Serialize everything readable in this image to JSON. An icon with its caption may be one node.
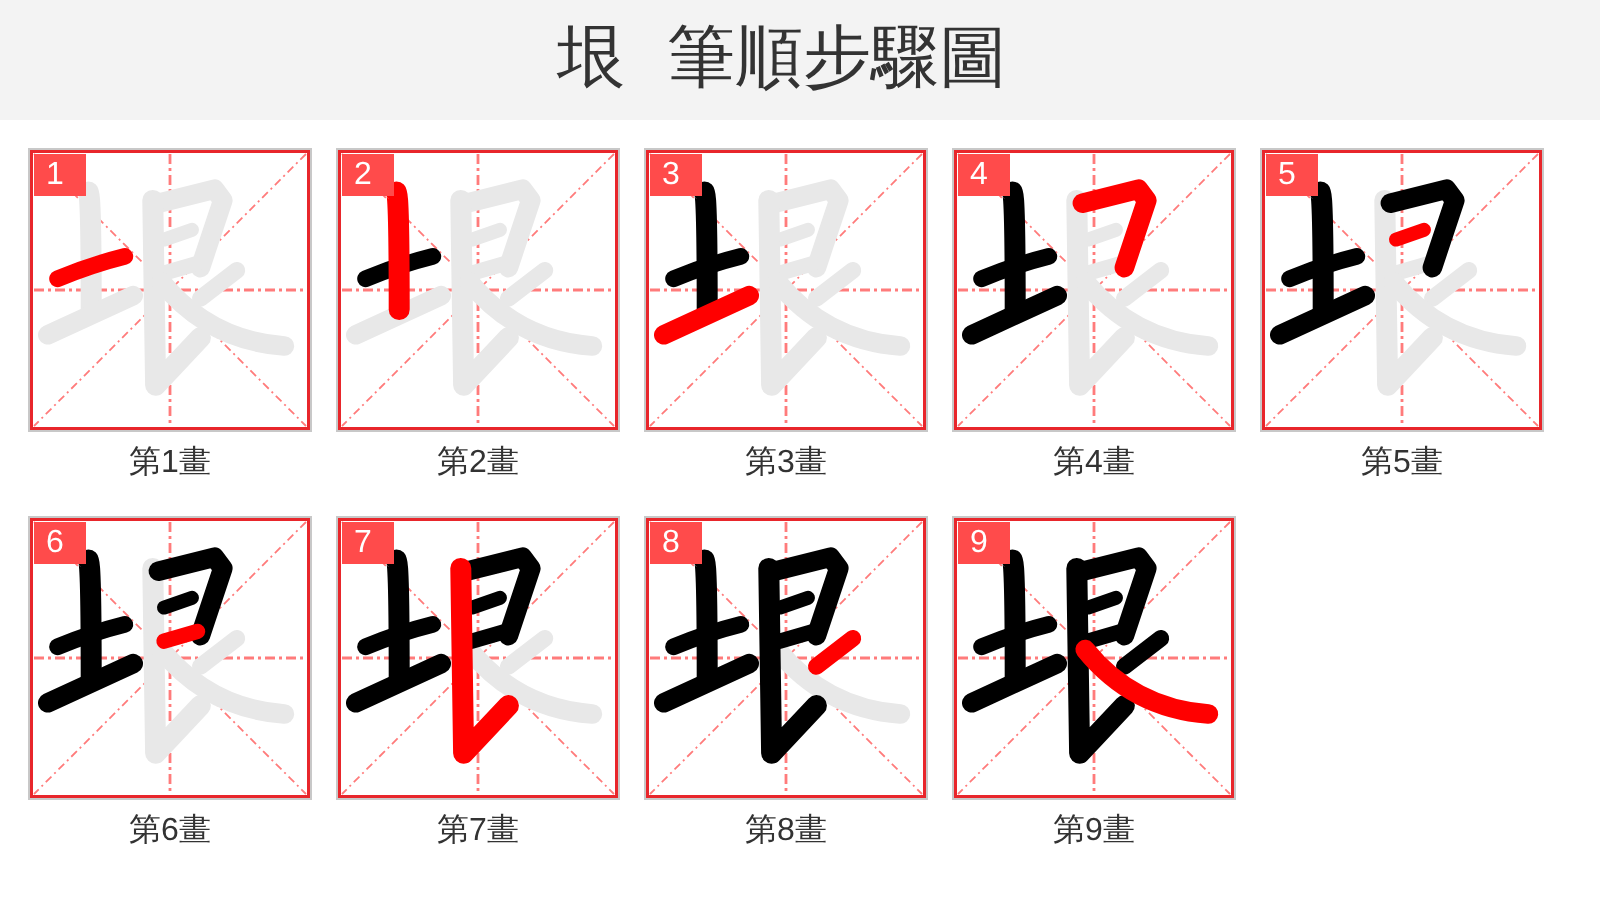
{
  "diagram": {
    "title": "垠 筆順步驟圖",
    "nodes": [
      {
        "text": [
          "1"
        ],
        "beside": [
          "第1畫"
        ]
      },
      {
        "text": [
          "2"
        ],
        "beside": [
          "第2畫"
        ]
      },
      {
        "text": [
          "3"
        ],
        "beside": [
          "第3畫"
        ]
      },
      {
        "text": [
          "4"
        ],
        "beside": [
          "第4畫"
        ]
      },
      {
        "text": [
          "5"
        ],
        "beside": [
          "第5畫"
        ]
      },
      {
        "text": [
          "6"
        ],
        "beside": [
          "第6畫"
        ]
      },
      {
        "text": [
          "7"
        ],
        "beside": [
          "第7畫"
        ]
      },
      {
        "text": [
          "8"
        ],
        "beside": [
          "第8畫"
        ]
      },
      {
        "text": [
          "9"
        ],
        "beside": [
          "第9畫"
        ]
      }
    ]
  }
}
